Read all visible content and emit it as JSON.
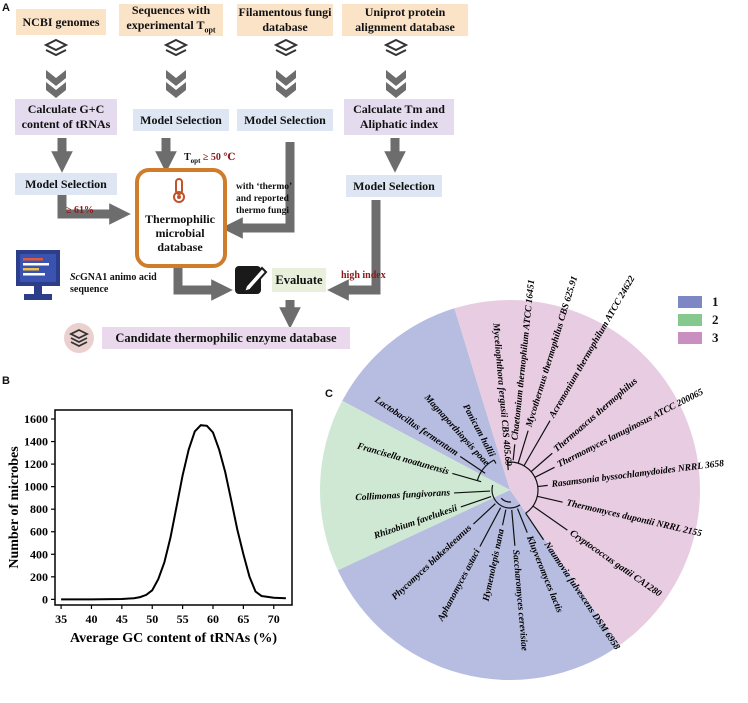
{
  "panelA": {
    "label": "A",
    "sources": [
      "NCBI genomes",
      "Sequences with experimental T",
      "Filamentous fungi database",
      "Uniprot protein alignment database"
    ],
    "topt_sub": "opt",
    "calc_gc": "Calculate  G+C content of tRNAs",
    "model_selection": "Model Selection",
    "calc_tm": "Calculate Tm and Aliphatic index",
    "topt_cond_prefix": "T",
    "topt_cond_suffix": "≥ 50 ℃",
    "gc_cond": "≥ 61%",
    "thermo_note": "with ‘thermo’ and reported thermo fungi",
    "db_label": "Thermophilic microbial database",
    "scgna1_italic": "Sc",
    "scgna1_rest": "GNA1 animo acid sequence",
    "evaluate": "Evaluate",
    "high_index": "high index",
    "candidate": "Candidate thermophilic enzyme database"
  },
  "panelB": {
    "label": "B"
  },
  "panelC": {
    "label": "C",
    "legend": [
      {
        "num": "1",
        "color": "#7e87c6"
      },
      {
        "num": "2",
        "color": "#86c98f"
      },
      {
        "num": "3",
        "color": "#c88fc0"
      }
    ],
    "sector_colors": {
      "1": "#b7bde0",
      "2": "#cfe8d3",
      "3": "#e8cce2"
    },
    "taxa": [
      "Myceliophthora fergusii CBS 405.69",
      "Chaetomium thermophilum ATCC 16451",
      "Mycothermus thermophilus CBS 625.91",
      "Acremonium thermophilum ATCC 24622",
      "Thermoascus thermophilus",
      "Thermomyces lanuginosus ATCC 200065",
      "Rasamsonia byssochlamydoides NRRL 3658",
      "Thermomyces dupontii NRRL 2155",
      "Cryptococcus gattii CA1280",
      "Naumovia fulvescens DSM 6958",
      "Kluyveromyces lactis",
      "Saccharomyces cerevisiae",
      "Hymenolepis nana",
      "Aphanomyces astaci",
      "Phycomyces blakesleeanus",
      "Rhizobium favelukesii",
      "Collimonas fungivorans",
      "Francisella noatunensis",
      "Lactobacillus fermentum",
      "Magnaporthiopsis poae",
      "Panicum hallii"
    ]
  },
  "chart_data": {
    "type": "line",
    "title": "",
    "xlabel": "Average GC  content of tRNAs (%)",
    "ylabel": "Number of microbes",
    "xlim": [
      34,
      73
    ],
    "ylim": [
      -50,
      1680
    ],
    "xticks": [
      35,
      40,
      45,
      50,
      55,
      60,
      65,
      70
    ],
    "yticks": [
      0,
      200,
      400,
      600,
      800,
      1000,
      1200,
      1400,
      1600
    ],
    "x": [
      35,
      40,
      45,
      47,
      48,
      49,
      50,
      51,
      52,
      53,
      54,
      55,
      56,
      57,
      58,
      59,
      60,
      61,
      62,
      63,
      64,
      65,
      66,
      67,
      68,
      70,
      72
    ],
    "y": [
      0,
      0,
      3,
      10,
      20,
      40,
      80,
      180,
      330,
      550,
      820,
      1100,
      1330,
      1490,
      1545,
      1540,
      1480,
      1330,
      1130,
      880,
      620,
      400,
      200,
      70,
      30,
      15,
      10
    ],
    "grid": false
  }
}
